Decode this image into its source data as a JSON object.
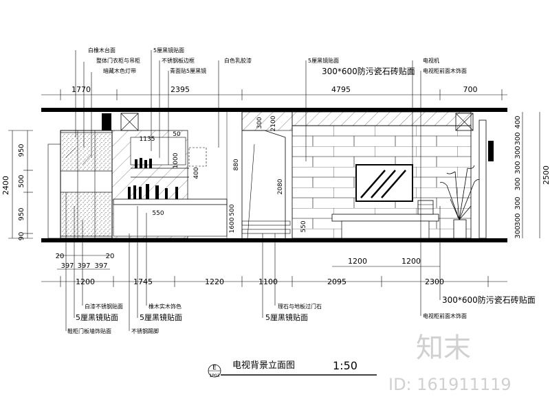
{
  "title": "电视背景立面图",
  "scale": "1:50",
  "detail_marker": {
    "letter": "E",
    "sheet": "1P03"
  },
  "watermark": {
    "brand": "知末",
    "id": "ID: 161911119"
  },
  "top_dimensions": [
    "1770",
    "2395",
    "4795",
    "700"
  ],
  "bottom_dimensions": [
    "1200",
    "1745",
    "1220",
    "1100",
    "2095",
    "2300"
  ],
  "bottom_small_dimensions": [
    "20",
    "20",
    "397",
    "397",
    "397"
  ],
  "bottom_inner_dimensions": [
    "1200",
    "1200"
  ],
  "left_dimensions": {
    "total": "2400",
    "segments": [
      "950",
      "500",
      "950",
      "90"
    ]
  },
  "right_dimensions": {
    "total": "2500",
    "segments": [
      "400",
      "300",
      "300",
      "300",
      "300",
      "300",
      "300",
      "300"
    ]
  },
  "inner_dimensions": [
    "50",
    "1135",
    "1000",
    "400",
    "880",
    "1600",
    "2080",
    "2100",
    "500",
    "550",
    "550",
    "300"
  ],
  "labels_top": [
    "白橡木台面",
    "整体门衣柜与吊柜",
    "暗藏木色灯带",
    "5厘黑镜贴面",
    "不锈钢板边框",
    "青面贴5厘黑镜",
    "白色乳胶漆",
    "5厘黑镜贴面",
    "300*600防污瓷石砖贴面",
    "电视机",
    "电视柜前面木饰面"
  ],
  "labels_bottom": [
    "白漆不锈钢贴面",
    "5厘黑镜贴面",
    "鞋柜门板墙饰贴面",
    "橡木实木饰色",
    "5厘黑镜贴面",
    "不锈钢踢脚",
    "理石与地板过门石",
    "5厘黑镜贴面",
    "300*600防污瓷石砖贴面",
    "电视柜前面木饰面"
  ]
}
